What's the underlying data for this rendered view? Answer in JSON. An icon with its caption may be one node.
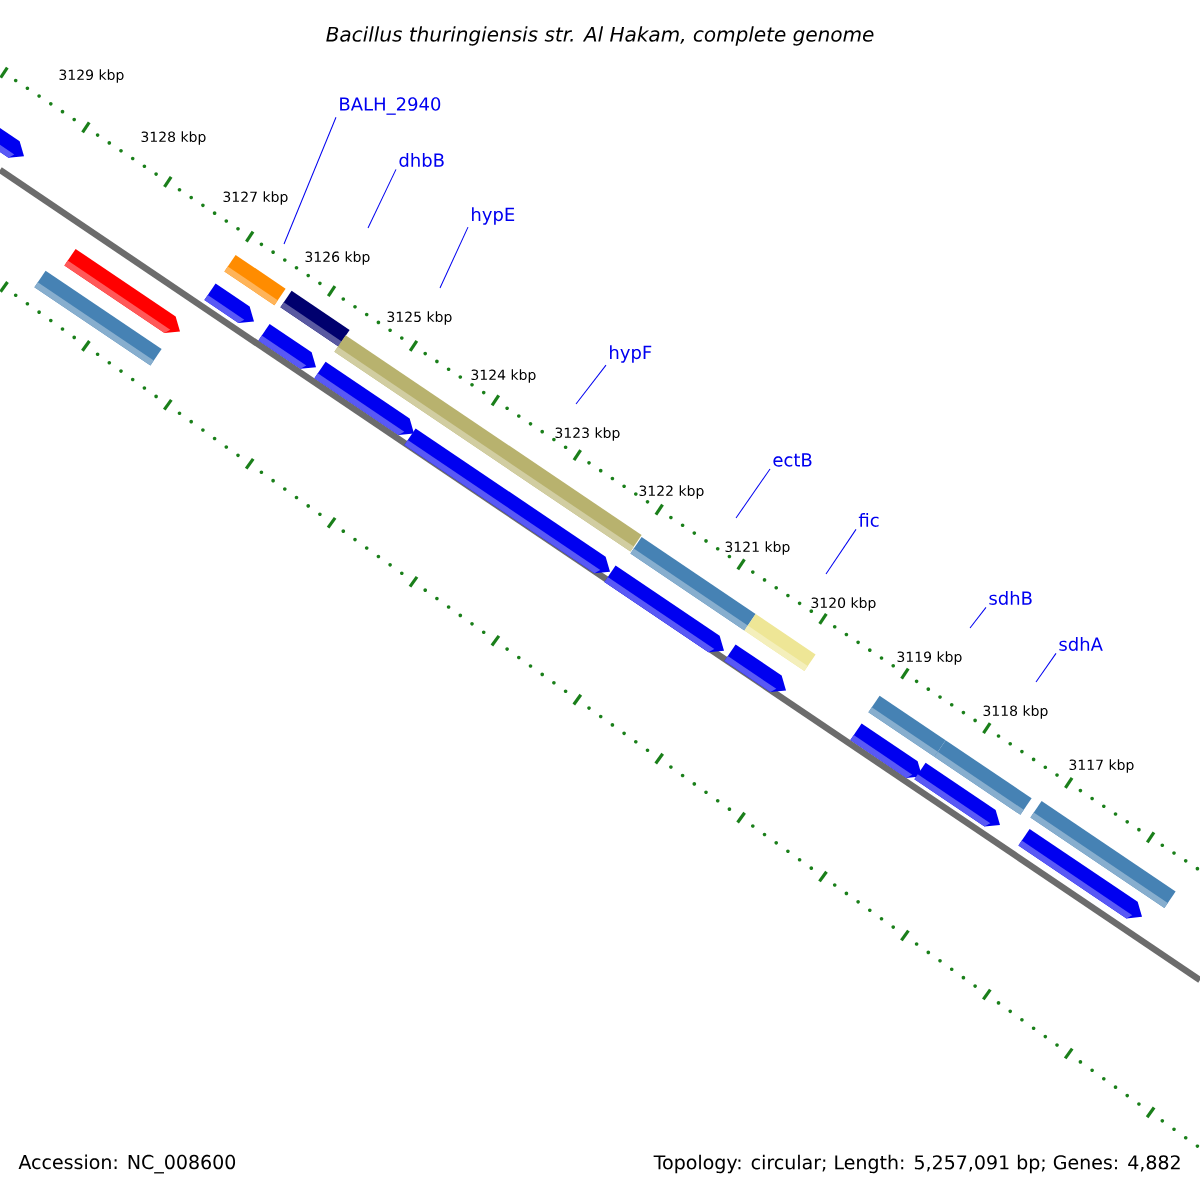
{
  "diagram": {
    "title": "Bacillus thuringiensis str. Al Hakam, complete genome",
    "nodes": [
      {
        "text": [
          "BALH_2940"
        ]
      },
      {
        "text": [
          "dhbB"
        ]
      },
      {
        "text": [
          "hypE"
        ]
      },
      {
        "text": [
          "hypF"
        ]
      },
      {
        "text": [
          "ectB"
        ]
      },
      {
        "text": [
          "fic"
        ]
      },
      {
        "text": [
          "sdhB"
        ]
      },
      {
        "text": [
          "sdhA"
        ]
      }
    ],
    "edges": [
      {
        "from": 0,
        "to": null,
        "arrow": "none"
      },
      {
        "from": 1,
        "to": null,
        "arrow": "none"
      },
      {
        "from": 2,
        "to": null,
        "arrow": "none"
      },
      {
        "from": 3,
        "to": null,
        "arrow": "none"
      },
      {
        "from": 4,
        "to": null,
        "arrow": "none"
      },
      {
        "from": 5,
        "to": null,
        "arrow": "none"
      },
      {
        "from": 6,
        "to": null,
        "arrow": "none"
      },
      {
        "from": 7,
        "to": null,
        "arrow": "none"
      }
    ],
    "labels": [
      "3129 kbp",
      "3128 kbp",
      "3127 kbp",
      "3126 kbp",
      "3125 kbp",
      "3124 kbp",
      "3123 kbp",
      "3122 kbp",
      "3121 kbp",
      "3120 kbp",
      "3119 kbp",
      "3118 kbp",
      "3117 kbp",
      "Accession: NC_008600",
      "Topology: circular; Length: 5,257,091 bp; Genes: 4,882"
    ]
  }
}
